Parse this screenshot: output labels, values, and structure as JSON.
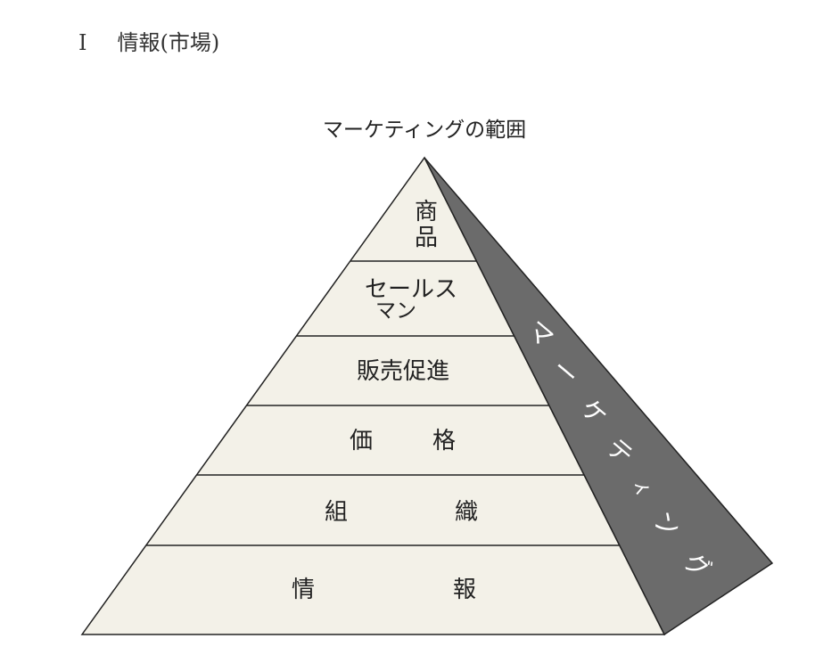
{
  "heading": {
    "number": "I",
    "text": "情報(市場)"
  },
  "diagram": {
    "title": "マーケティングの範囲",
    "levels": [
      {
        "lines": [
          "商",
          "品"
        ]
      },
      {
        "lines": [
          "セールス",
          "マン"
        ]
      },
      {
        "lines": [
          "販売促進"
        ]
      },
      {
        "lines": [
          "価",
          "格"
        ]
      },
      {
        "lines": [
          "組",
          "織"
        ]
      },
      {
        "lines": [
          "情",
          "報"
        ]
      }
    ],
    "side_label": [
      "マ",
      "ー",
      "ケ",
      "テ",
      "ィ",
      "ン",
      "グ"
    ],
    "colors": {
      "front": "#f3f1e8",
      "side": "#6b6b6b",
      "stroke": "#222222"
    }
  }
}
